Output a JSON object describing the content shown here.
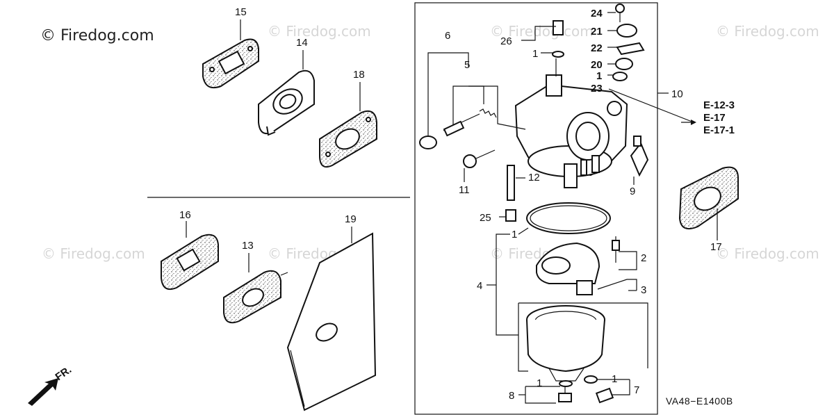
{
  "watermark": {
    "main": "© Firedog.com",
    "faint": "© Firedog.com"
  },
  "front_marker": {
    "label": "FR."
  },
  "diagram_code": "VA48−E1400B",
  "references": [
    "E-12-3",
    "E-17",
    "E-17-1"
  ],
  "callouts": {
    "p1a": "1",
    "p1b": "1",
    "p1c": "1",
    "p1d": "1",
    "p1e": "1",
    "p2": "2",
    "p3": "3",
    "p4": "4",
    "p5": "5",
    "p6": "6",
    "p7": "7",
    "p8": "8",
    "p9": "9",
    "p10": "10",
    "p11": "11",
    "p12": "12",
    "p13": "13",
    "p14": "14",
    "p15": "15",
    "p16": "16",
    "p17": "17",
    "p18": "18",
    "p19": "19",
    "p20": "20",
    "p21": "21",
    "p22": "22",
    "p23": "23",
    "p24": "24",
    "p25": "25",
    "p26": "26"
  }
}
